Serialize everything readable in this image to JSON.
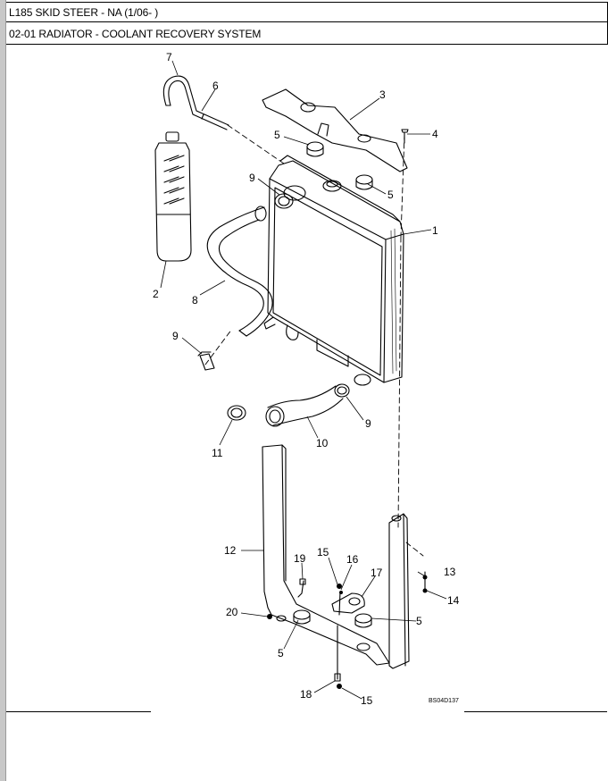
{
  "header": {
    "model": "L185 SKID STEER - NA (1/06- )",
    "section": "02-01 RADIATOR - COOLANT RECOVERY SYSTEM"
  },
  "diagram": {
    "drawing_code": "BS04D137",
    "callouts": {
      "c1": "1",
      "c2": "2",
      "c3": "3",
      "c4": "4",
      "c5a": "5",
      "c5b": "5",
      "c5c": "5",
      "c5d": "5",
      "c6": "6",
      "c7": "7",
      "c8": "8",
      "c9a": "9",
      "c9b": "9",
      "c9c": "9",
      "c10": "10",
      "c11": "11",
      "c12": "12",
      "c13": "13",
      "c14": "14",
      "c15a": "15",
      "c15b": "15",
      "c16": "16",
      "c17": "17",
      "c18": "18",
      "c19": "19",
      "c20": "20"
    }
  }
}
